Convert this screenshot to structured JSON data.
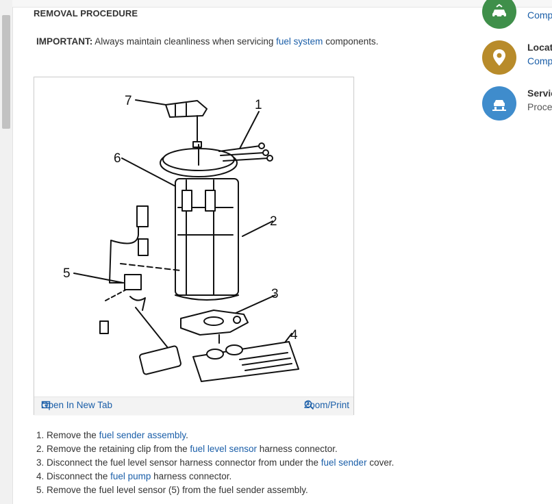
{
  "procedure": {
    "heading": "REMOVAL PROCEDURE",
    "important_label": "IMPORTANT:",
    "important_text_before": "Always maintain cleanliness when servicing",
    "important_link": "fuel system",
    "important_text_after": "components."
  },
  "figure": {
    "callouts": [
      "7",
      "1",
      "6",
      "2",
      "5",
      "3",
      "4"
    ],
    "open_tab_label": "Open In New Tab",
    "zoom_label": "Zoom/Print",
    "open_tab_icon": "open-in-new-tab-icon",
    "zoom_icon": "zoom-in-icon"
  },
  "steps": [
    {
      "num": "1.",
      "before": "Remove the",
      "link": "fuel sender assembly",
      "after": "."
    },
    {
      "num": "2.",
      "before": "Remove the retaining clip from the",
      "link": "fuel level sensor",
      "after": "harness connector."
    },
    {
      "num": "3.",
      "before": "Disconnect the fuel level sensor harness connector from under the",
      "link": "fuel sender",
      "after": "cover."
    },
    {
      "num": "4.",
      "before": "Disconnect the",
      "link": "fuel pump",
      "after": "harness connector."
    },
    {
      "num": "5.",
      "before": "Remove the fuel level sensor (5) from the fuel sender assembly.",
      "link": "",
      "after": ""
    }
  ],
  "sidebar": {
    "cards": [
      {
        "title": "",
        "subtitle": "Comp",
        "icon": "car-repair-icon",
        "color": "#3f8f4a",
        "subtitle_color": "#1a5ea8"
      },
      {
        "title": "Locat",
        "subtitle": "Comp",
        "icon": "location-pin-icon",
        "color": "#b88b2a",
        "subtitle_color": "#1a5ea8"
      },
      {
        "title": "Servic",
        "subtitle": "Proce",
        "icon": "service-lift-icon",
        "color": "#3f8ccc",
        "subtitle_color": "#555555"
      }
    ]
  },
  "colors": {
    "link": "#1a5ea8",
    "text": "#333333"
  }
}
